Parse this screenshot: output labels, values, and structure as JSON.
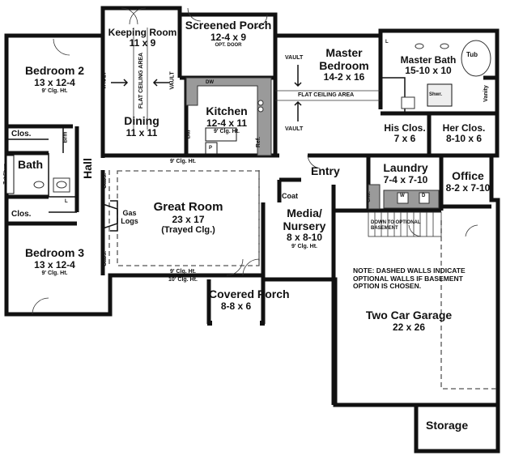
{
  "rooms": {
    "keeping_room": {
      "name": "Keeping Room",
      "dims": "11 x 9"
    },
    "screened_porch": {
      "name": "Screened Porch",
      "dims": "12-4 x 9",
      "note": "OPT. DOOR"
    },
    "master_bedroom": {
      "name": "Master Bedroom",
      "dims": "14-2 x 16"
    },
    "master_bath": {
      "name": "Master Bath",
      "dims": "15-10 x 10"
    },
    "bedroom2": {
      "name": "Bedroom 2",
      "dims": "13 x 12-4",
      "ceiling": "9' Clg. Ht."
    },
    "dining": {
      "name": "Dining",
      "dims": "11 x 11"
    },
    "kitchen": {
      "name": "Kitchen",
      "dims": "12-4 x 11",
      "ceiling": "9' Clg. Ht."
    },
    "his_closet": {
      "name": "His Clos.",
      "dims": "7 x 6"
    },
    "her_closet": {
      "name": "Her Clos.",
      "dims": "8-10 x 6"
    },
    "bath": {
      "name": "Bath"
    },
    "hall": {
      "name": "Hall"
    },
    "entry": {
      "name": "Entry"
    },
    "laundry": {
      "name": "Laundry",
      "dims": "7-4 x 7-10"
    },
    "office": {
      "name": "Office",
      "dims": "8-2 x 7-10"
    },
    "great_room": {
      "name": "Great Room",
      "dims": "23 x 17",
      "note": "(Trayed Clg.)"
    },
    "media": {
      "name": "Media/ Nursery",
      "dims": "8 x 8-10",
      "ceiling": "9' Clg. Ht."
    },
    "bedroom3": {
      "name": "Bedroom 3",
      "dims": "13 x 12-4",
      "ceiling": "9' Clg. Ht."
    },
    "covered_porch": {
      "name": "Covered Porch",
      "dims": "8-8 x 6"
    },
    "garage": {
      "name": "Two Car Garage",
      "dims": "22 x 26"
    },
    "storage": {
      "name": "Storage"
    }
  },
  "small_labels": {
    "vault": "VAULT",
    "flat_ceiling": "FLAT CEILING AREA",
    "closet": "Clos.",
    "brm": "Brm",
    "tub_shwr": "TubShwr",
    "linen": "L",
    "dw": "DW",
    "pantry": "P",
    "ref": "Ref.",
    "bar": "Bar",
    "tub": "Tub",
    "shower": "Shwr.",
    "vanity": "Vanity",
    "cabs": "Cabs.",
    "gas_logs": "Gas Logs",
    "coat": "Coat",
    "cntr": "Cntr.",
    "washer": "W",
    "dryer": "D",
    "down_to_basement": "DOWN TO OPTIONAL BASEMENT",
    "ceiling_9": "9' Clg. Ht.",
    "ceiling_10": "10' Clg. Ht."
  },
  "note": "NOTE: DASHED WALLS INDICATE OPTIONAL WALLS IF BASEMENT OPTION IS CHOSEN."
}
